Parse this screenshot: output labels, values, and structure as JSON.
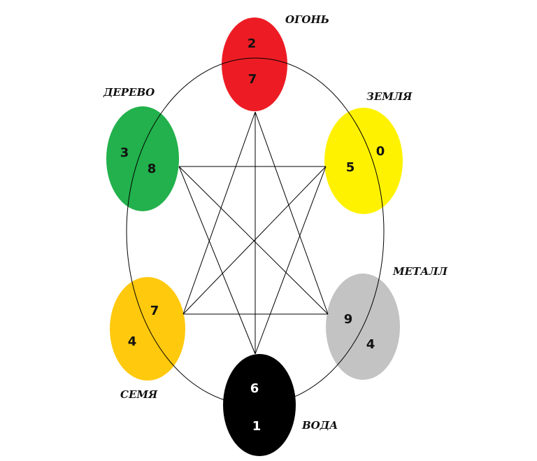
{
  "elements": {
    "fire": {
      "label": "ОГОНЬ",
      "numbers": [
        "2",
        "7"
      ],
      "color": "#ED1C24",
      "text_color": "#111111"
    },
    "wood": {
      "label": "ДЕРЕВО",
      "numbers": [
        "3",
        "8"
      ],
      "color": "#22B14C",
      "text_color": "#111111"
    },
    "earth": {
      "label": "ЗЕМЛЯ",
      "numbers": [
        "5",
        "0"
      ],
      "color": "#FFF200",
      "text_color": "#111111"
    },
    "seed": {
      "label": "СЕМЯ",
      "numbers": [
        "7",
        "4"
      ],
      "color": "#FFC90E",
      "text_color": "#111111"
    },
    "metal": {
      "label": "МЕТАЛЛ",
      "numbers": [
        "9",
        "4"
      ],
      "color": "#C3C3C3",
      "text_color": "#111111"
    },
    "water": {
      "label": "ВОДА",
      "numbers": [
        "6",
        "1"
      ],
      "color": "#000000",
      "text_color": "#FFFFFF"
    }
  },
  "connections": [
    [
      "fire",
      "water"
    ],
    [
      "fire",
      "seed"
    ],
    [
      "fire",
      "metal"
    ],
    [
      "wood",
      "earth"
    ],
    [
      "wood",
      "metal"
    ],
    [
      "wood",
      "water"
    ],
    [
      "earth",
      "seed"
    ],
    [
      "earth",
      "water"
    ],
    [
      "seed",
      "metal"
    ]
  ]
}
